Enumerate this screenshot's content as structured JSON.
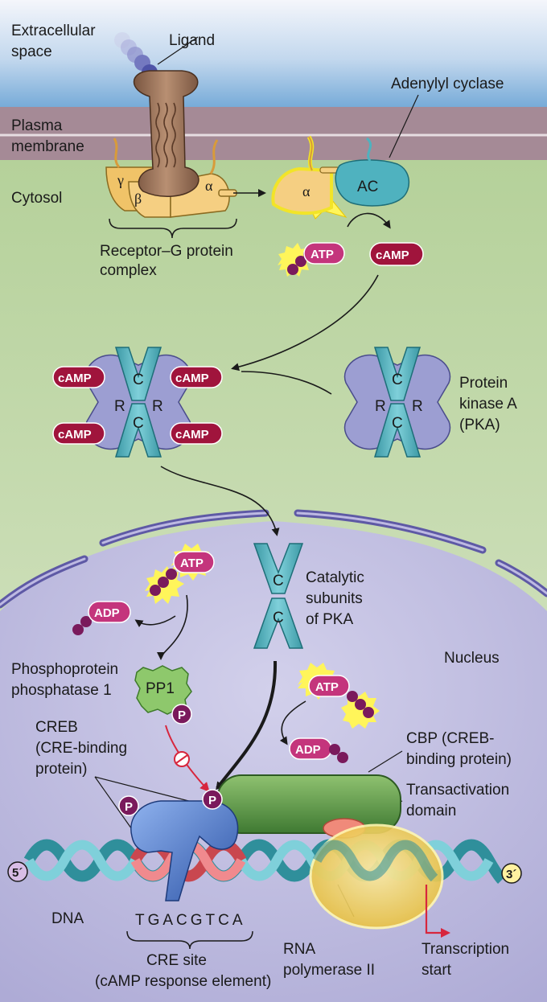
{
  "labels": {
    "extracellular_line1": "Extracellular",
    "extracellular_line2": "space",
    "ligand": "Ligand",
    "adenylyl_cyclase": "Adenylyl cyclase",
    "plasma_membrane_line1": "Plasma",
    "plasma_membrane_line2": "membrane",
    "cytosol": "Cytosol",
    "receptor_complex_line1": "Receptor–G protein",
    "receptor_complex_line2": "complex",
    "pka_line1": "Protein",
    "pka_line2": "kinase A",
    "pka_line3": "(PKA)",
    "catalytic_line1": "Catalytic",
    "catalytic_line2": "subunits",
    "catalytic_line3": "of PKA",
    "nucleus": "Nucleus",
    "pp1_line1": "Phosphoprotein",
    "pp1_line2": "phosphatase 1",
    "creb_line1": "CREB",
    "creb_line2": "(CRE-binding",
    "creb_line3": "protein)",
    "cbp_line1": "CBP (CREB-",
    "cbp_line2": "binding protein)",
    "transact_line1": "Transactivation",
    "transact_line2": "domain",
    "dna": "DNA",
    "cre_sequence": "TGACGTCA",
    "cre_site_line1": "CRE site",
    "cre_site_line2": "(cAMP response element)",
    "rnapol_line1": "RNA",
    "rnapol_line2": "polymerase II",
    "tx_start_line1": "Transcription",
    "tx_start_line2": "start"
  },
  "subunits": {
    "gamma": "γ",
    "beta": "β",
    "alpha": "α",
    "alpha_active": "α",
    "ac": "AC",
    "catalytic": "C",
    "regulatory": "R",
    "pp1": "PP1"
  },
  "badges": {
    "atp": "ATP",
    "adp": "ADP",
    "camp": "cAMP",
    "phosphate": "P",
    "five_prime": "5´",
    "three_prime": "3´"
  },
  "colors": {
    "extracellular": "#7fb3dc",
    "membrane": "#a88a96",
    "cytosol": "#c5dcae",
    "nucleus": "#c4c1e0",
    "camp": "#a0143c",
    "atp": "#c4357c",
    "teal": "#58b5c2",
    "regulatory": "#9c9ed2",
    "cbp": "#5e9a48",
    "creb": "#4f74c4",
    "polymerase": "#f3d35a"
  }
}
